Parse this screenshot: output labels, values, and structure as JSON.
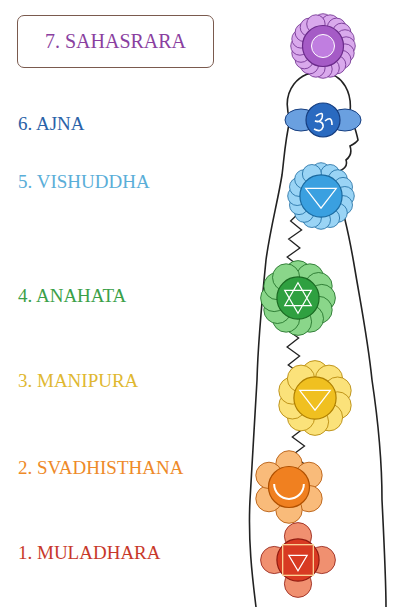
{
  "diagram": {
    "nodes": [
      {
        "text": [
          "7. SAHASRARA"
        ]
      }
    ],
    "labels": [
      "6. AJNA",
      "5. VISHUDDHA",
      "4. ANAHATA",
      "3. MANIPURA",
      "2. SVADHISTHANA",
      "1. MULADHARA"
    ]
  }
}
